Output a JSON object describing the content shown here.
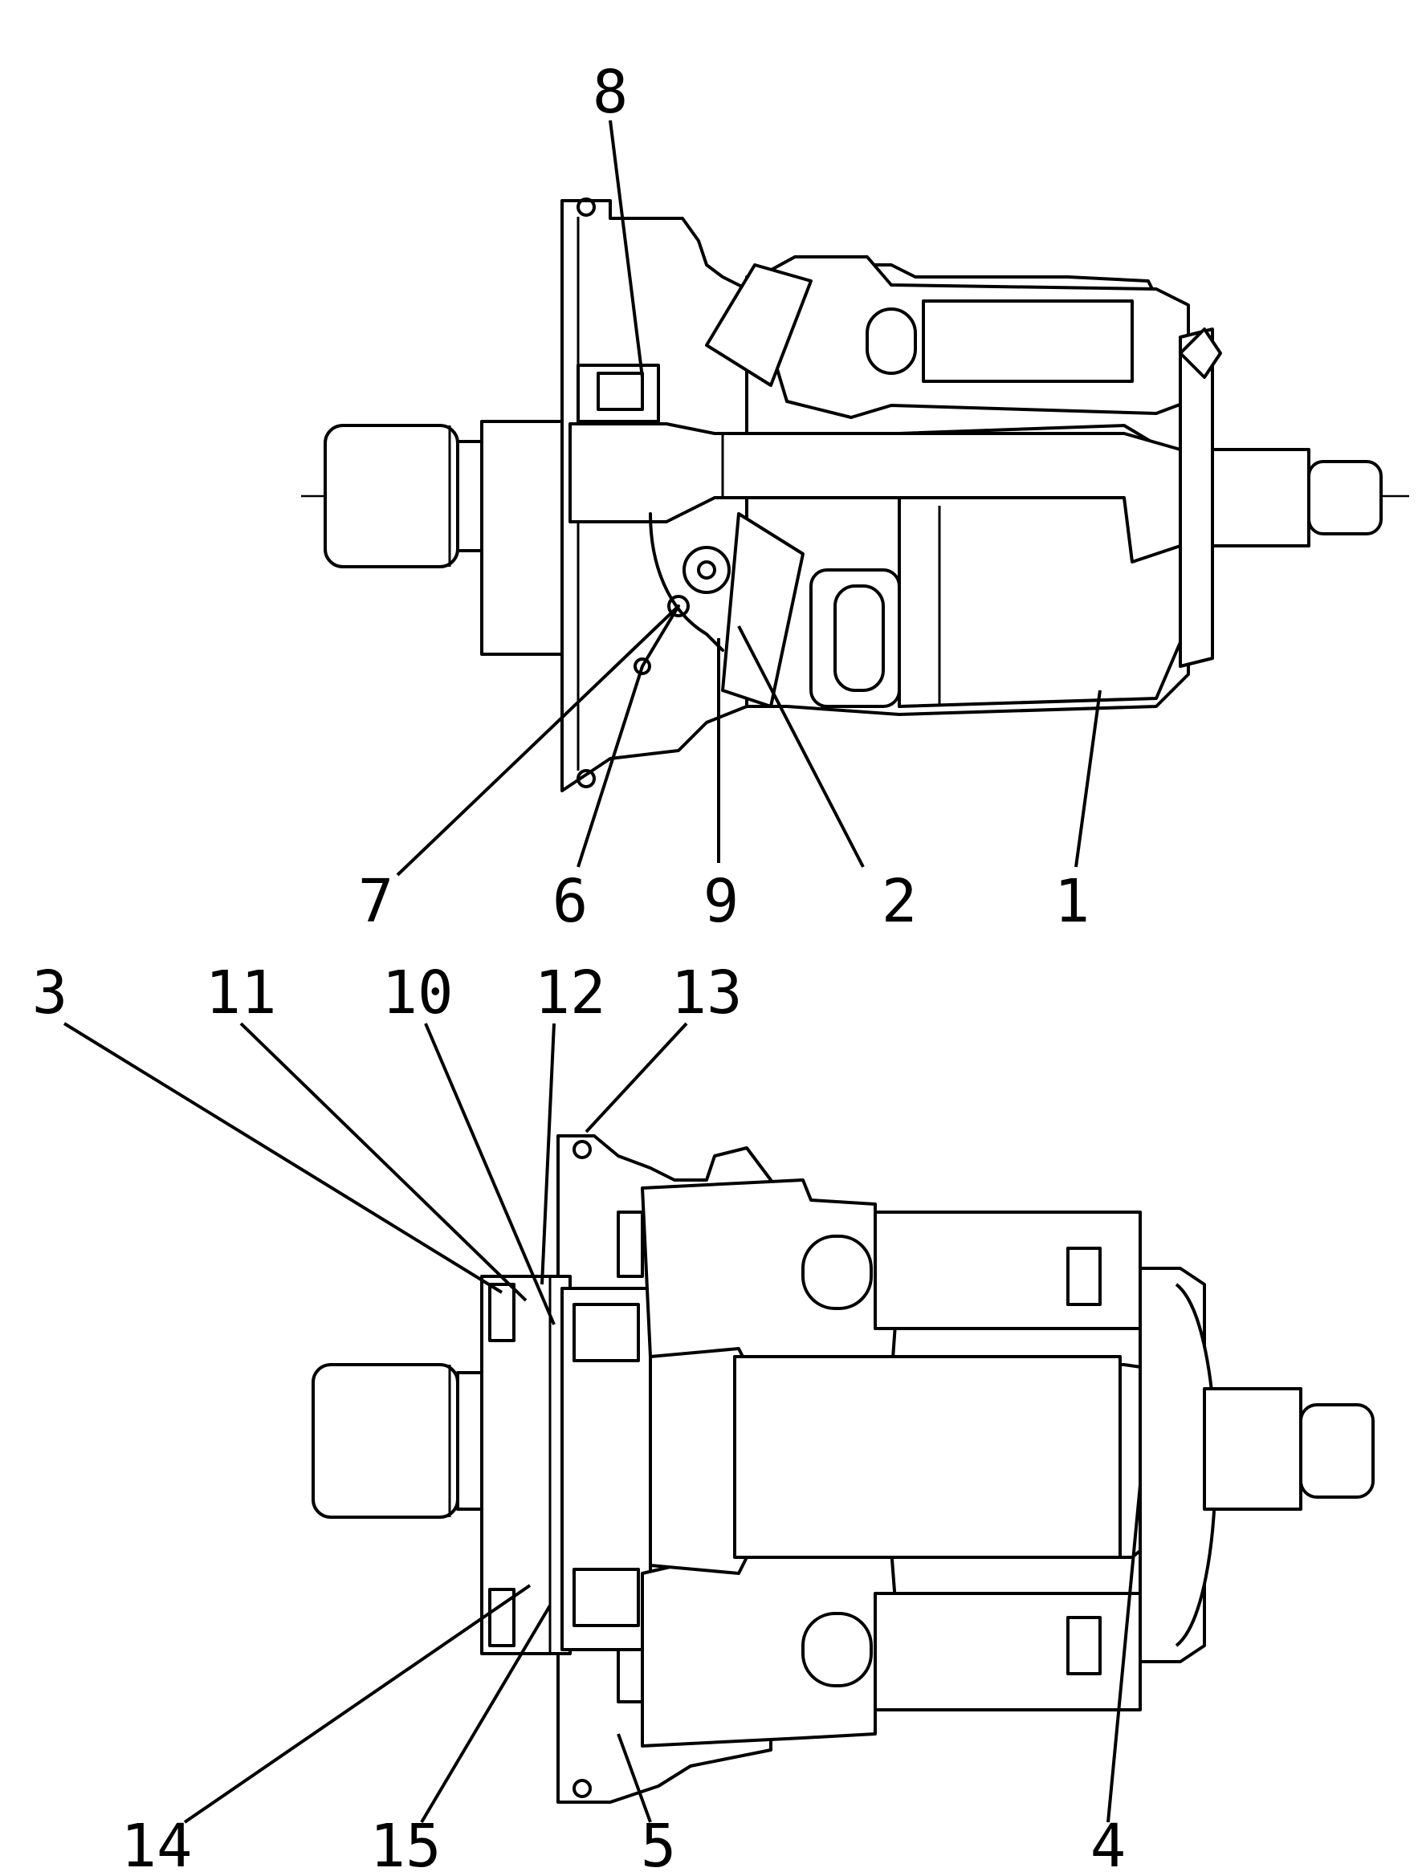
{
  "figure": {
    "upper_view": {
      "callouts": [
        {
          "id": "c8",
          "label": "8"
        },
        {
          "id": "c7",
          "label": "7"
        },
        {
          "id": "c6",
          "label": "6"
        },
        {
          "id": "c9",
          "label": "9"
        },
        {
          "id": "c2",
          "label": "2"
        },
        {
          "id": "c1",
          "label": "1"
        }
      ]
    },
    "lower_view": {
      "callouts": [
        {
          "id": "c3",
          "label": "3"
        },
        {
          "id": "c11",
          "label": "11"
        },
        {
          "id": "c10",
          "label": "10"
        },
        {
          "id": "c12",
          "label": "12"
        },
        {
          "id": "c13",
          "label": "13"
        },
        {
          "id": "c14",
          "label": "14"
        },
        {
          "id": "c15",
          "label": "15"
        },
        {
          "id": "c5",
          "label": "5"
        },
        {
          "id": "c4",
          "label": "4"
        }
      ]
    }
  }
}
